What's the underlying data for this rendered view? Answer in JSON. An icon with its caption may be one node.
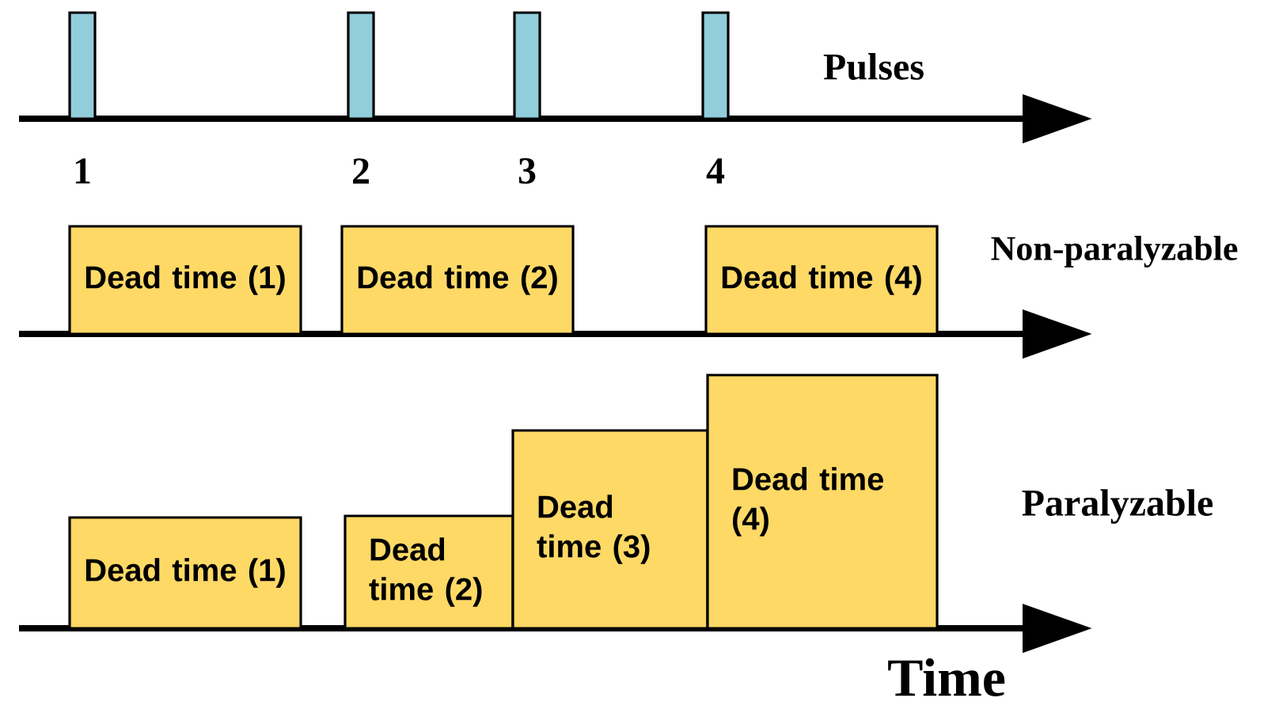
{
  "diagram": {
    "nodes": [
      {
        "text": [],
        "shape": "bar"
      },
      {
        "text": [],
        "shape": "bar"
      },
      {
        "text": [],
        "shape": "bar"
      },
      {
        "text": [],
        "shape": "bar"
      },
      {
        "text": [
          "Dead time (1)"
        ]
      },
      {
        "text": [
          "Dead time (2)"
        ]
      },
      {
        "text": [
          "Dead time (4)"
        ]
      },
      {
        "text": [
          "Dead time (1)"
        ]
      },
      {
        "text": [
          "Dead time (2)"
        ]
      },
      {
        "text": [
          "Dead time (3)"
        ]
      },
      {
        "text": [
          "Dead time (4)"
        ]
      }
    ],
    "edges": [],
    "labels": [
      "Pulses",
      "1",
      "2",
      "3",
      "4",
      "Non-paralyzable",
      "Paralyzable",
      "Time"
    ]
  }
}
